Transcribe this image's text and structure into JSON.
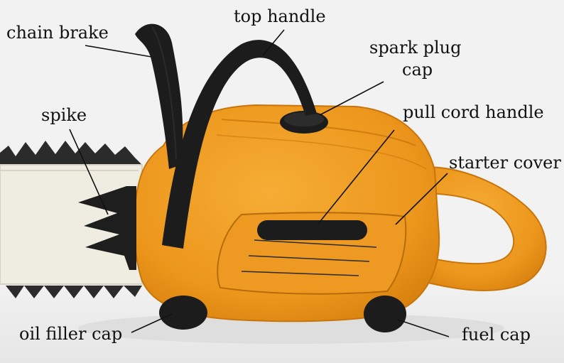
{
  "labels": {
    "chain_brake": "chain brake",
    "top_handle": "top handle",
    "spark_plug_cap_line1": "spark plug",
    "spark_plug_cap_line2": "cap",
    "pull_cord_handle": "pull cord handle",
    "spike": "spike",
    "starter_cover": "starter cover",
    "oil_filler_cap": "oil filler cap",
    "fuel_cap": "fuel cap"
  },
  "colors": {
    "background": "#f1f1f1",
    "body_orange": "#ef9a1f",
    "felt_black": "#1c1c1c",
    "bar_cream": "#efece2",
    "label_text": "#111111"
  }
}
